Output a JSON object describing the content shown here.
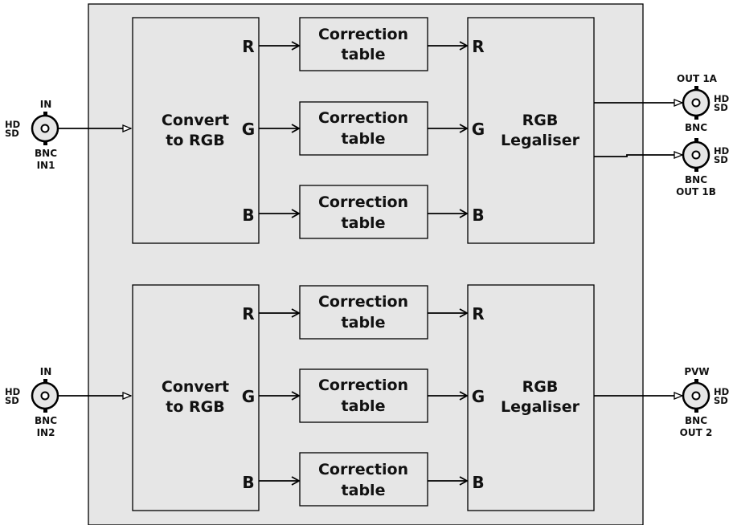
{
  "blocks": [
    {
      "converter": {
        "line1": "Convert",
        "line2": "to RGB"
      },
      "channels": [
        "R",
        "G",
        "B"
      ],
      "correction": {
        "line1": "Correction",
        "line2": "table"
      },
      "legaliser": {
        "line1": "RGB",
        "line2": "Legaliser"
      },
      "inputs": [
        {
          "top": "IN",
          "bottom1": "BNC",
          "bottom2": "IN1",
          "format1": "HD",
          "format2": "SD"
        }
      ],
      "outputs": [
        {
          "top": "OUT 1A",
          "bottom1": "BNC",
          "bottom2": "",
          "format1": "HD",
          "format2": "SD"
        },
        {
          "top": "",
          "bottom1": "BNC",
          "bottom2": "OUT 1B",
          "format1": "HD",
          "format2": "SD"
        }
      ]
    },
    {
      "converter": {
        "line1": "Convert",
        "line2": "to RGB"
      },
      "channels": [
        "R",
        "G",
        "B"
      ],
      "correction": {
        "line1": "Correction",
        "line2": "table"
      },
      "legaliser": {
        "line1": "RGB",
        "line2": "Legaliser"
      },
      "inputs": [
        {
          "top": "IN",
          "bottom1": "BNC",
          "bottom2": "IN2",
          "format1": "HD",
          "format2": "SD"
        }
      ],
      "outputs": [
        {
          "top": "PVW",
          "bottom1": "BNC",
          "bottom2": "OUT 2",
          "format1": "HD",
          "format2": "SD"
        }
      ]
    }
  ]
}
